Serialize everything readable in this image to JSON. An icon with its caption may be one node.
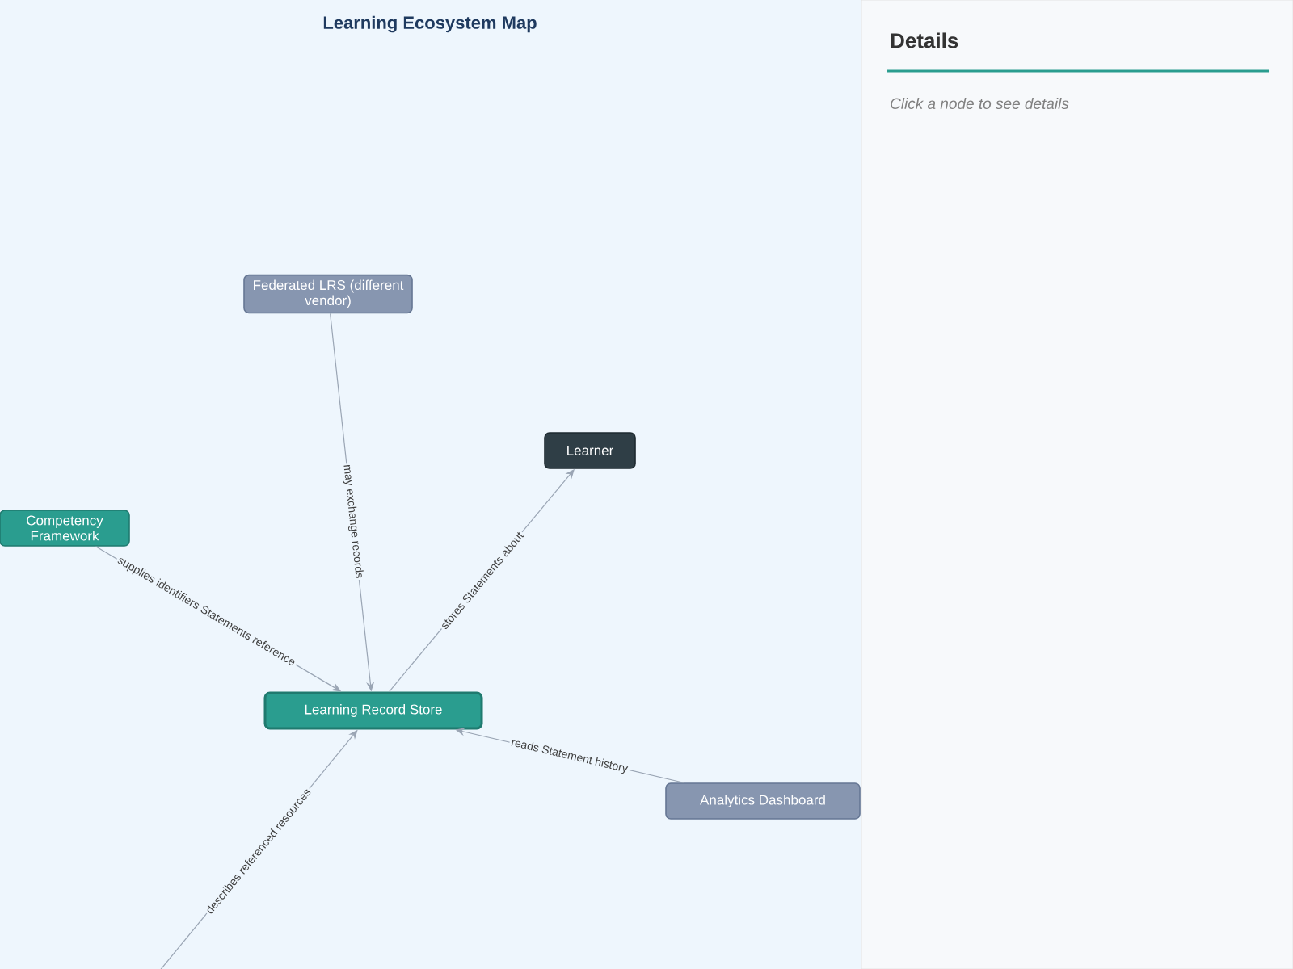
{
  "diagram": {
    "title": "Learning Ecosystem Map",
    "nodes": [
      {
        "text": [
          "Federated LRS (different vendor)"
        ]
      },
      {
        "text": [
          "Learner"
        ]
      },
      {
        "text": [
          "Competency Framework"
        ]
      },
      {
        "text": [
          "Learning Record Store"
        ]
      },
      {
        "text": [
          "Analytics Dashboard"
        ]
      }
    ],
    "edges": [
      {
        "from": 0,
        "to": 3,
        "arrow": "to",
        "label": "may exchange records"
      },
      {
        "from": 3,
        "to": 1,
        "arrow": "to",
        "label": "stores Statements about"
      },
      {
        "from": 2,
        "to": 3,
        "arrow": "to",
        "label": "supplies identifiers Statements reference"
      },
      {
        "from": 4,
        "to": 3,
        "arrow": "to",
        "label": "reads Statement history"
      },
      {
        "from": null,
        "to": 3,
        "arrow": "to",
        "label": "describes referenced resources"
      }
    ],
    "labels": [
      "Details",
      "Click a node to see details"
    ]
  }
}
